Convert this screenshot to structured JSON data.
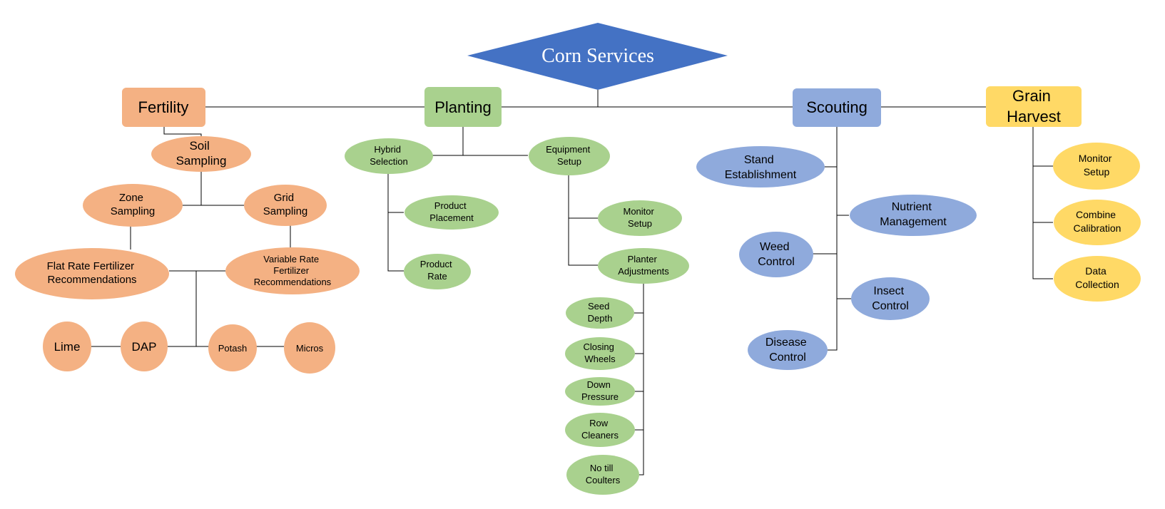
{
  "colors": {
    "title": "#4472c4",
    "fertility": "#f4b183",
    "fertility_box": "#f4b183",
    "planting": "#a9d18e",
    "scouting": "#8faadc",
    "harvest": "#ffd966",
    "title_text": "#ffffff",
    "line": "#000000"
  },
  "title": "Corn Services",
  "categories": {
    "fertility": "Fertility",
    "planting": "Planting",
    "scouting": "Scouting",
    "harvest": [
      "Grain",
      "Harvest"
    ]
  },
  "fertility": {
    "soil_sampling": [
      "Soil",
      "Sampling"
    ],
    "zone_sampling": [
      "Zone",
      "Sampling"
    ],
    "grid_sampling": [
      "Grid",
      "Sampling"
    ],
    "flat_rate": [
      "Flat Rate Fertilizer",
      "Recommendations"
    ],
    "variable_rate": [
      "Variable Rate",
      "Fertilizer",
      "Recommendations"
    ],
    "lime": "Lime",
    "dap": "DAP",
    "potash": "Potash",
    "micros": "Micros"
  },
  "planting": {
    "hybrid_selection": [
      "Hybrid",
      "Selection"
    ],
    "equipment_setup": [
      "Equipment",
      "Setup"
    ],
    "product_placement": [
      "Product",
      "Placement"
    ],
    "product_rate": [
      "Product",
      "Rate"
    ],
    "monitor_setup": [
      "Monitor",
      "Setup"
    ],
    "planter_adjustments": [
      "Planter",
      "Adjustments"
    ],
    "seed_depth": [
      "Seed",
      "Depth"
    ],
    "closing_wheels": [
      "Closing",
      "Wheels"
    ],
    "down_pressure": [
      "Down",
      "Pressure"
    ],
    "row_cleaners": [
      "Row",
      "Cleaners"
    ],
    "no_till_coulters": [
      "No till",
      "Coulters"
    ]
  },
  "scouting": {
    "stand_establishment": [
      "Stand",
      "Establishment"
    ],
    "nutrient_management": [
      "Nutrient",
      "Management"
    ],
    "weed_control": [
      "Weed",
      "Control"
    ],
    "insect_control": [
      "Insect",
      "Control"
    ],
    "disease_control": [
      "Disease",
      "Control"
    ]
  },
  "harvest": {
    "monitor_setup": [
      "Monitor",
      "Setup"
    ],
    "combine_calibration": [
      "Combine",
      "Calibration"
    ],
    "data_collection": [
      "Data",
      "Collection"
    ]
  }
}
